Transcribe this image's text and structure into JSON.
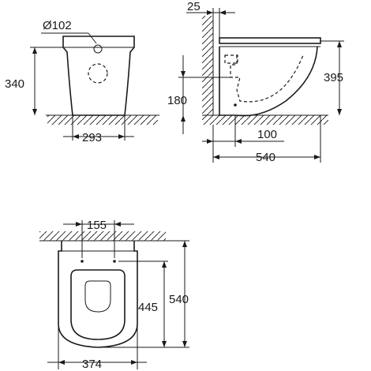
{
  "dimensions": {
    "front": {
      "diameter": "Ø102",
      "height": "340",
      "width": "293"
    },
    "side": {
      "wall_gap": "25",
      "seat_height": "395",
      "outlet_height": "180",
      "outlet_offset": "100",
      "depth": "540"
    },
    "top": {
      "bolt_spacing": "155",
      "width": "374",
      "depth": "540",
      "bowl_length": "445"
    }
  },
  "colors": {
    "line": "#1a1a1a",
    "background": "#ffffff"
  }
}
